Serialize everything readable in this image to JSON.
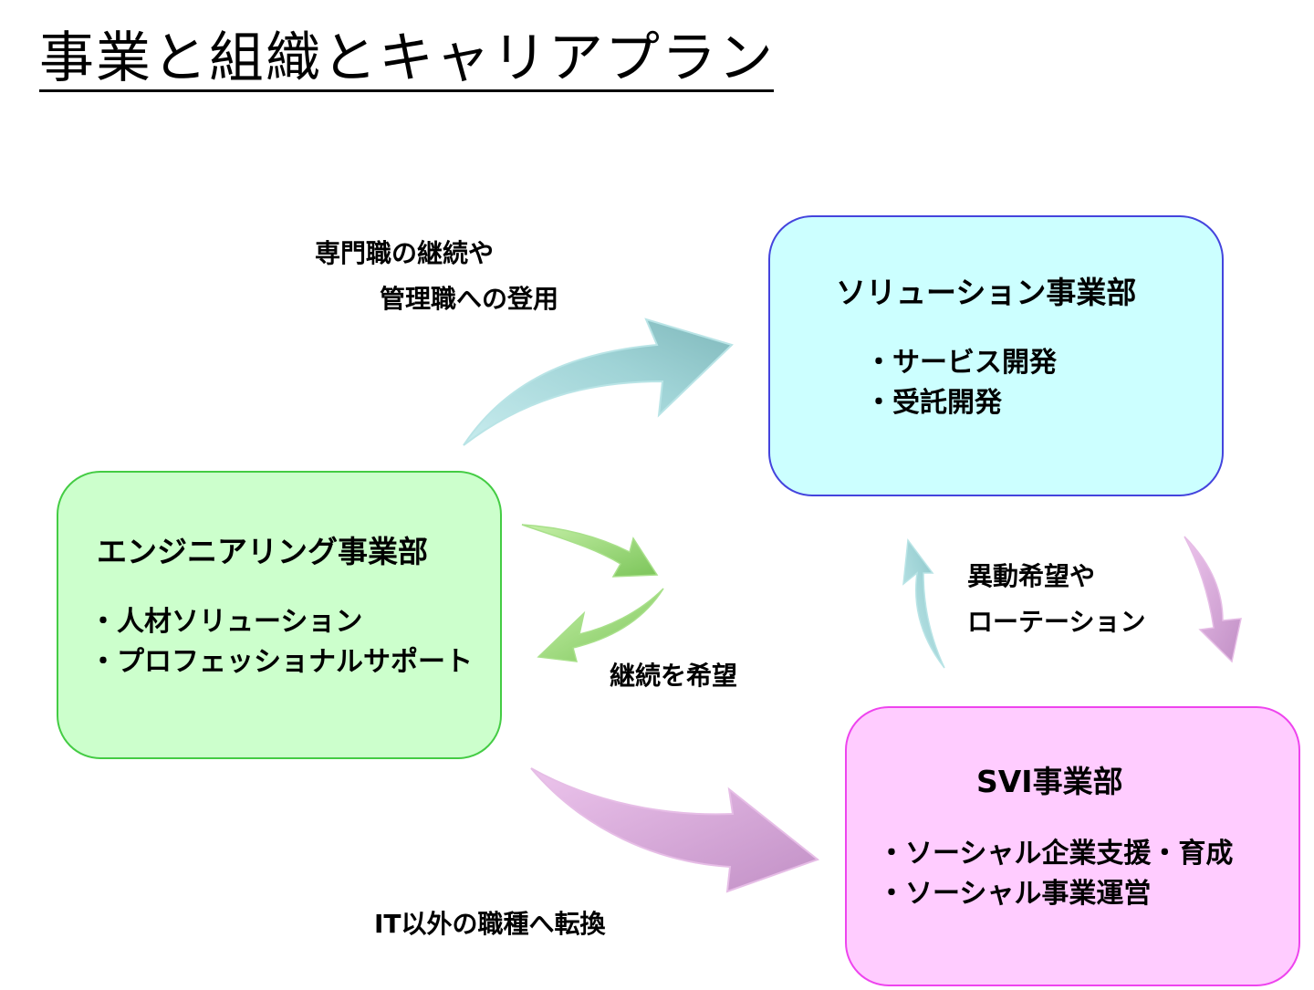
{
  "title": "事業と組織とキャリアプラン",
  "departments": {
    "solution": {
      "name": "ソリューション事業部",
      "items": [
        "・サービス開発",
        "・受託開発"
      ],
      "fill": "#ccffff",
      "border": "#4444dd"
    },
    "engineering": {
      "name": "エンジニアリング事業部",
      "items": [
        "・人材ソリューション",
        "・プロフェッショナルサポート"
      ],
      "fill": "#ccffcc",
      "border": "#44cc44"
    },
    "svi": {
      "name": "SVI事業部",
      "items": [
        "・ソーシャル企業支援・育成",
        "・ソーシャル事業運営"
      ],
      "fill": "#ffccff",
      "border": "#ee44ee"
    }
  },
  "paths": {
    "to_solution": {
      "lines": [
        "専門職の継続や",
        "管理職への登用"
      ],
      "from": "engineering",
      "to": "solution",
      "color": "#9fd3d6"
    },
    "continue": {
      "label": "継続を希望",
      "from": "engineering",
      "to": "engineering",
      "color": "#99dd77"
    },
    "rotation": {
      "lines": [
        "異動希望や",
        "ローテーション"
      ],
      "between": [
        "solution",
        "svi"
      ],
      "color_up": "#9fd3d6",
      "color_down": "#d8a4d8"
    },
    "to_svi": {
      "label": "IT以外の職種へ転換",
      "from": "engineering",
      "to": "svi",
      "color": "#d8a4d8"
    }
  }
}
